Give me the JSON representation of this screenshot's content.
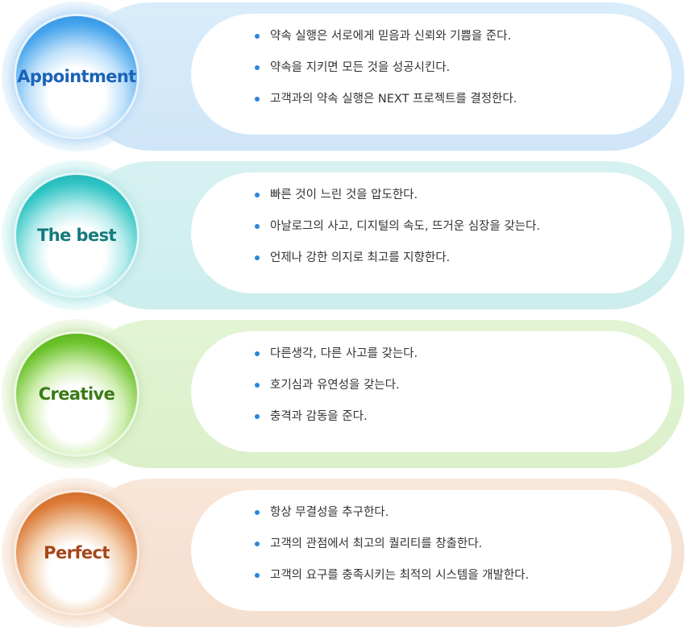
{
  "values": [
    {
      "label": "Appointment",
      "theme": "blue",
      "items": [
        "약속 실행은 서로에게 믿음과 신뢰와 기쁨을 준다.",
        "약속을 지키면 모든 것을 성공시킨다.",
        "고객과의 약속 실행은 NEXT 프로젝트를 결정한다."
      ]
    },
    {
      "label": "The best",
      "theme": "teal",
      "items": [
        "빠른 것이 느린 것을 압도한다.",
        "아날로그의 사고, 디지털의 속도, 뜨거운 심장을 갖는다.",
        "언제나 강한 의지로 최고를 지향한다."
      ]
    },
    {
      "label": "Creative",
      "theme": "green",
      "items": [
        "다른생각, 다른 사고를 갖는다.",
        "호기심과 유연성을 갖는다.",
        "충격과 감동을 준다."
      ]
    },
    {
      "label": "Perfect",
      "theme": "orange",
      "items": [
        "항상 무결성을 추구한다.",
        "고객의 관점에서 최고의 퀄리티를 창출한다.",
        "고객의 요구를 충족시키는 최적의 시스템을 개발한다."
      ]
    }
  ],
  "colors": {
    "blue": "#1776d6",
    "teal": "#0f9aa0",
    "green": "#3f9a10",
    "orange": "#b9541a",
    "bullet": "#2a86d8",
    "text": "#333333"
  }
}
